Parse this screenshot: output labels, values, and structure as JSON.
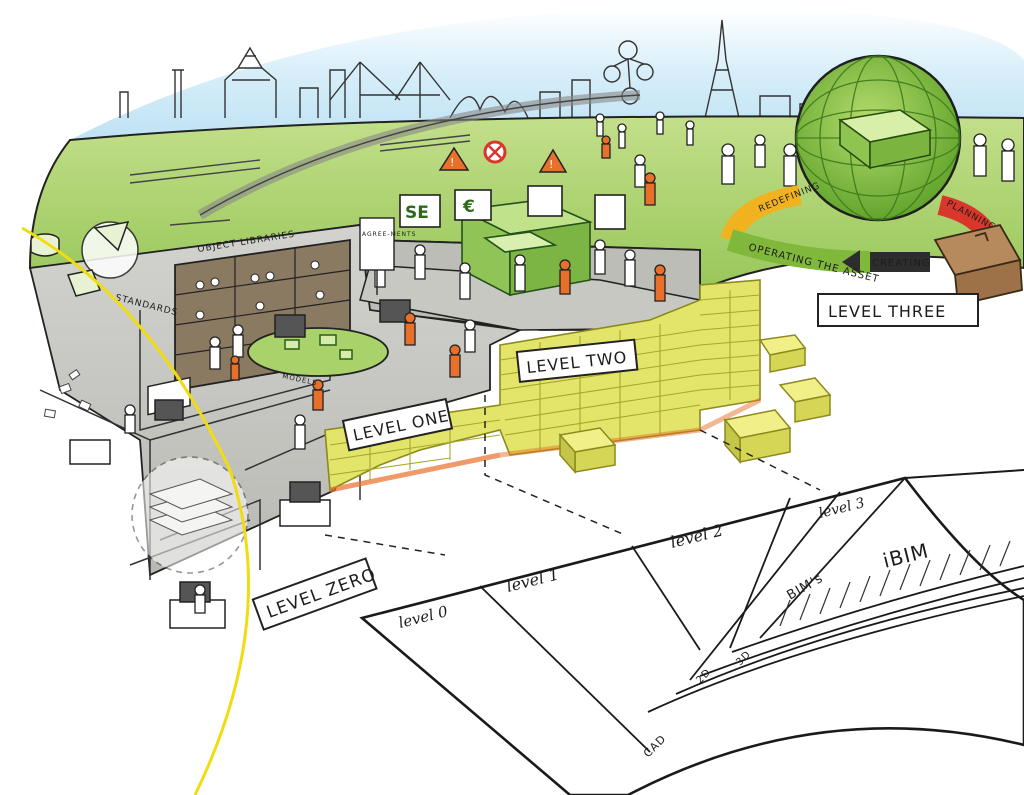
{
  "illustration": {
    "levels": {
      "zero": "LEVEL ZERO",
      "one": "LEVEL ONE",
      "two": "LEVEL TWO",
      "three": "LEVEL THREE"
    },
    "labels": {
      "object_libraries": "OBJECT LIBRARIES",
      "standards": "STANDARDS",
      "agreements": "AGREE-MENTS",
      "models": "MODELS"
    },
    "signs": [
      "SE",
      "€"
    ],
    "cycle": {
      "operating": "OPERATING THE ASSET",
      "creating": "CREATING",
      "redefining": "REDEFINING",
      "planning": "PLANNING"
    }
  },
  "maturity_chart": {
    "columns": [
      "level 0",
      "level 1",
      "level 2",
      "level 3"
    ],
    "regions": [
      "CAD",
      "2D",
      "3D",
      "BIM's",
      "iBIM"
    ]
  },
  "colors": {
    "grass": "#a9cf6a",
    "sky": "#c6e6f5",
    "brick": "#e3e46a",
    "accent_orange": "#e8702a",
    "cycle_green": "#7fb83a",
    "cycle_red": "#d9362c",
    "level_zero_line": "#f1dc10"
  }
}
